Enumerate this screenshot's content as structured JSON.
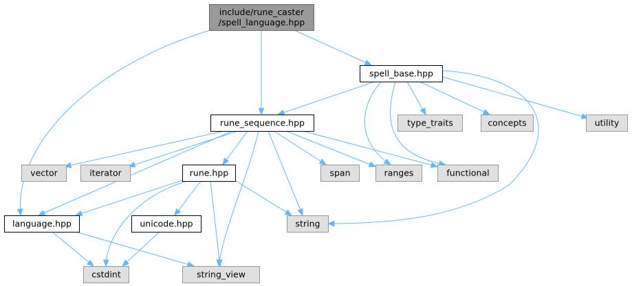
{
  "colors": {
    "focus_fill": "#999999",
    "focus_stroke": "#666666",
    "header_fill": "#ffffff",
    "header_stroke": "#000000",
    "system_fill": "#e0e0e0",
    "system_stroke": "#999999",
    "edge": "#63b8ff"
  },
  "nodes": [
    {
      "id": "spell_language",
      "kind": "focus",
      "lines": [
        "include/rune_caster",
        "/spell_language.hpp"
      ]
    },
    {
      "id": "spell_base",
      "kind": "header",
      "lines": [
        "spell_base.hpp"
      ]
    },
    {
      "id": "rune_sequence",
      "kind": "header",
      "lines": [
        "rune_sequence.hpp"
      ]
    },
    {
      "id": "type_traits",
      "kind": "system",
      "lines": [
        "type_traits"
      ]
    },
    {
      "id": "concepts",
      "kind": "system",
      "lines": [
        "concepts"
      ]
    },
    {
      "id": "utility",
      "kind": "system",
      "lines": [
        "utility"
      ]
    },
    {
      "id": "vector",
      "kind": "system",
      "lines": [
        "vector"
      ]
    },
    {
      "id": "iterator",
      "kind": "system",
      "lines": [
        "iterator"
      ]
    },
    {
      "id": "rune",
      "kind": "header",
      "lines": [
        "rune.hpp"
      ]
    },
    {
      "id": "span",
      "kind": "system",
      "lines": [
        "span"
      ]
    },
    {
      "id": "ranges",
      "kind": "system",
      "lines": [
        "ranges"
      ]
    },
    {
      "id": "functional",
      "kind": "system",
      "lines": [
        "functional"
      ]
    },
    {
      "id": "language",
      "kind": "header",
      "lines": [
        "language.hpp"
      ]
    },
    {
      "id": "unicode",
      "kind": "header",
      "lines": [
        "unicode.hpp"
      ]
    },
    {
      "id": "string",
      "kind": "system",
      "lines": [
        "string"
      ]
    },
    {
      "id": "cstdint",
      "kind": "system",
      "lines": [
        "cstdint"
      ]
    },
    {
      "id": "string_view",
      "kind": "system",
      "lines": [
        "string_view"
      ]
    }
  ],
  "edges": [
    {
      "from": "spell_language",
      "to": "spell_base"
    },
    {
      "from": "spell_language",
      "to": "rune_sequence"
    },
    {
      "from": "spell_language",
      "to": "language"
    },
    {
      "from": "spell_base",
      "to": "rune_sequence"
    },
    {
      "from": "spell_base",
      "to": "type_traits"
    },
    {
      "from": "spell_base",
      "to": "concepts"
    },
    {
      "from": "spell_base",
      "to": "utility"
    },
    {
      "from": "spell_base",
      "to": "ranges"
    },
    {
      "from": "spell_base",
      "to": "functional"
    },
    {
      "from": "spell_base",
      "to": "string"
    },
    {
      "from": "rune_sequence",
      "to": "vector"
    },
    {
      "from": "rune_sequence",
      "to": "iterator"
    },
    {
      "from": "rune_sequence",
      "to": "rune"
    },
    {
      "from": "rune_sequence",
      "to": "span"
    },
    {
      "from": "rune_sequence",
      "to": "ranges"
    },
    {
      "from": "rune_sequence",
      "to": "functional"
    },
    {
      "from": "rune_sequence",
      "to": "language"
    },
    {
      "from": "rune_sequence",
      "to": "string"
    },
    {
      "from": "rune_sequence",
      "to": "string_view"
    },
    {
      "from": "rune",
      "to": "language"
    },
    {
      "from": "rune",
      "to": "unicode"
    },
    {
      "from": "rune",
      "to": "string"
    },
    {
      "from": "rune",
      "to": "cstdint"
    },
    {
      "from": "rune",
      "to": "string_view"
    },
    {
      "from": "language",
      "to": "cstdint"
    },
    {
      "from": "language",
      "to": "string_view"
    },
    {
      "from": "unicode",
      "to": "cstdint"
    }
  ]
}
